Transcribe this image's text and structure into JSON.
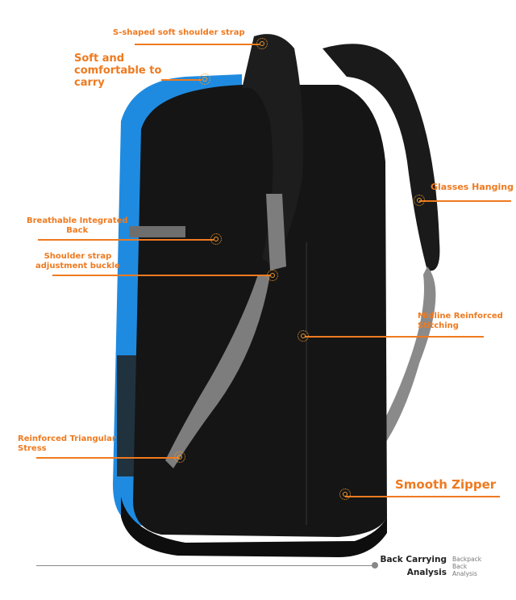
{
  "accent_color": "#ef7a1f",
  "annotations": {
    "s_strap": "S-shaped soft shoulder strap",
    "soft": [
      "Soft and",
      "comfortable to",
      "carry"
    ],
    "breathable": [
      "Breathable Integrated",
      "Back"
    ],
    "buckle": [
      "Shoulder strap",
      "adjustment buckle"
    ],
    "glasses": "Glasses Hanging",
    "midline": [
      "Midline Reinforced",
      "Stitching"
    ],
    "triangular": [
      "Reinforced Triangular",
      "Stress"
    ],
    "zipper": "Smooth Zipper"
  },
  "footer": {
    "title_line1": "Back Carrying",
    "title_line2": "Analysis",
    "sub": [
      "Backpack",
      "Back",
      "Analysis"
    ]
  }
}
